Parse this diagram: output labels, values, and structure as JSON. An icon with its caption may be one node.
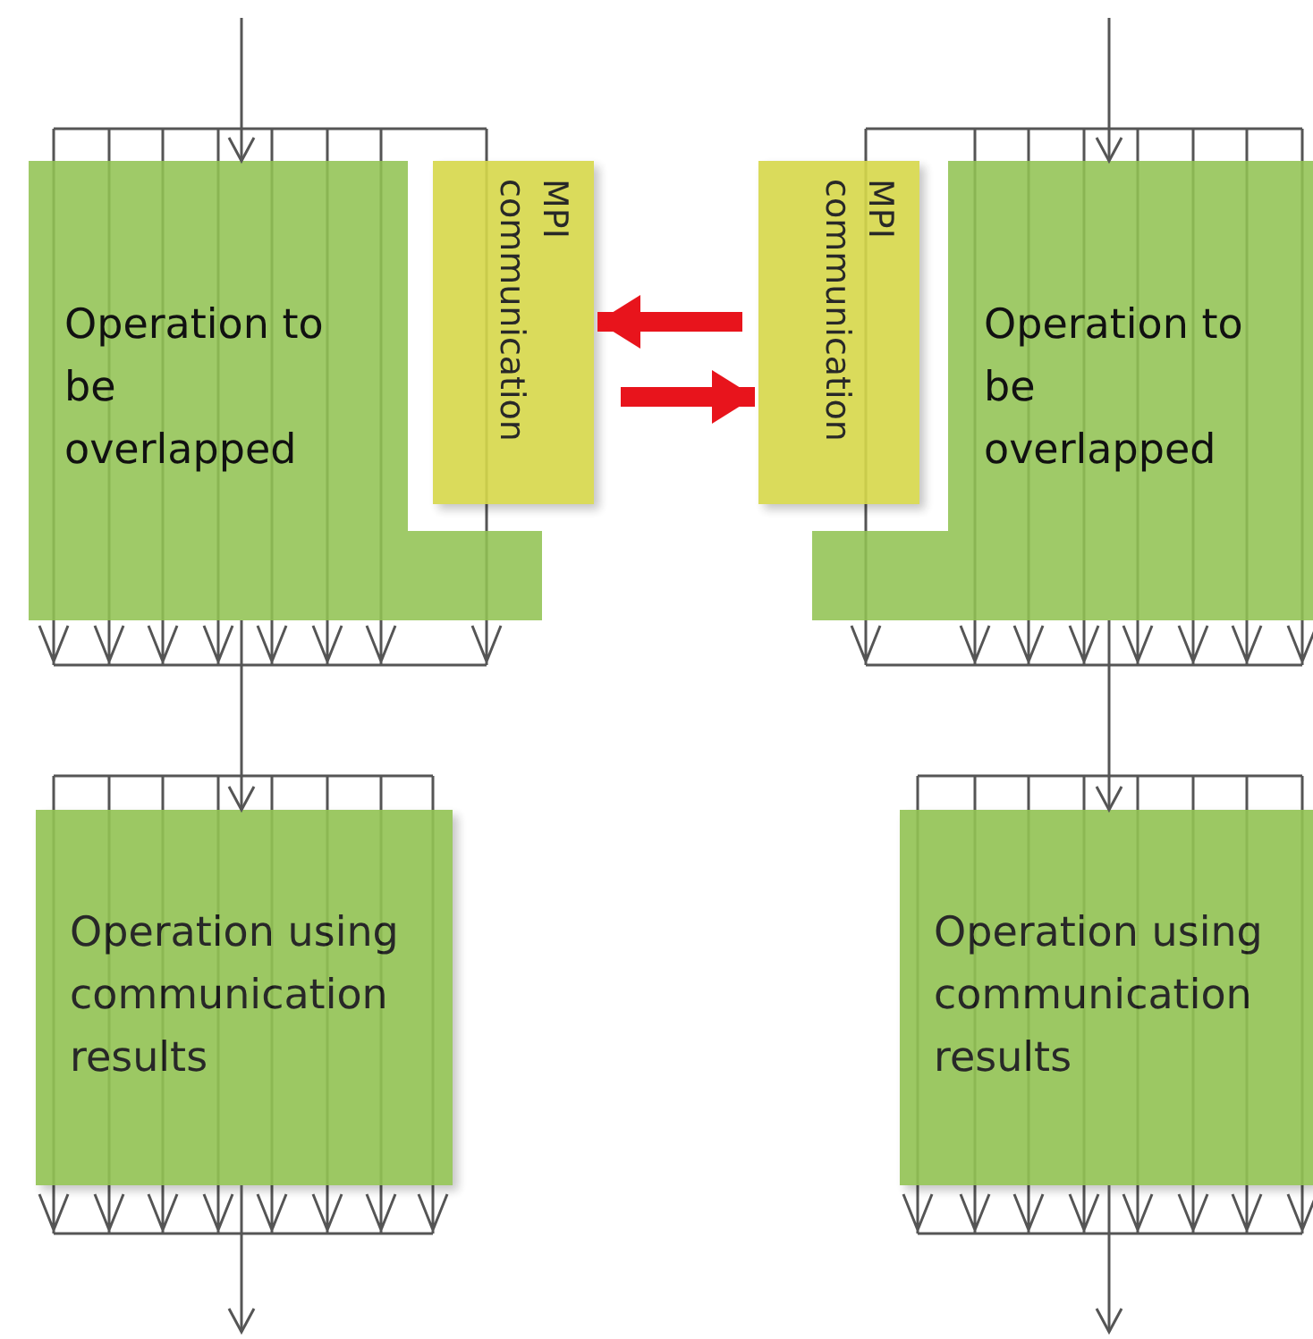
{
  "diagram": {
    "nodes": [
      {
        "text": [
          "Operation to be overlapped"
        ]
      },
      {
        "text": [
          "MPI communication"
        ]
      },
      {
        "text": [
          "MPI communication"
        ]
      },
      {
        "text": [
          "Operation to be overlapped"
        ]
      },
      {
        "text": [
          "Operation using communication results"
        ]
      },
      {
        "text": [
          "Operation using communication results"
        ]
      }
    ],
    "edges": [
      {
        "from": null,
        "to": 0,
        "arrow": "to"
      },
      {
        "from": 0,
        "to": 4,
        "arrow": "to"
      },
      {
        "from": 4,
        "to": null,
        "arrow": "to"
      },
      {
        "from": null,
        "to": 3,
        "arrow": "to"
      },
      {
        "from": 3,
        "to": 5,
        "arrow": "to"
      },
      {
        "from": 5,
        "to": null,
        "arrow": "to"
      },
      {
        "from": 2,
        "to": 1,
        "arrow": "to",
        "style": "thick",
        "color": "#e8141c"
      },
      {
        "from": 1,
        "to": 2,
        "arrow": "to",
        "style": "thick",
        "color": "#e8141c"
      }
    ]
  }
}
